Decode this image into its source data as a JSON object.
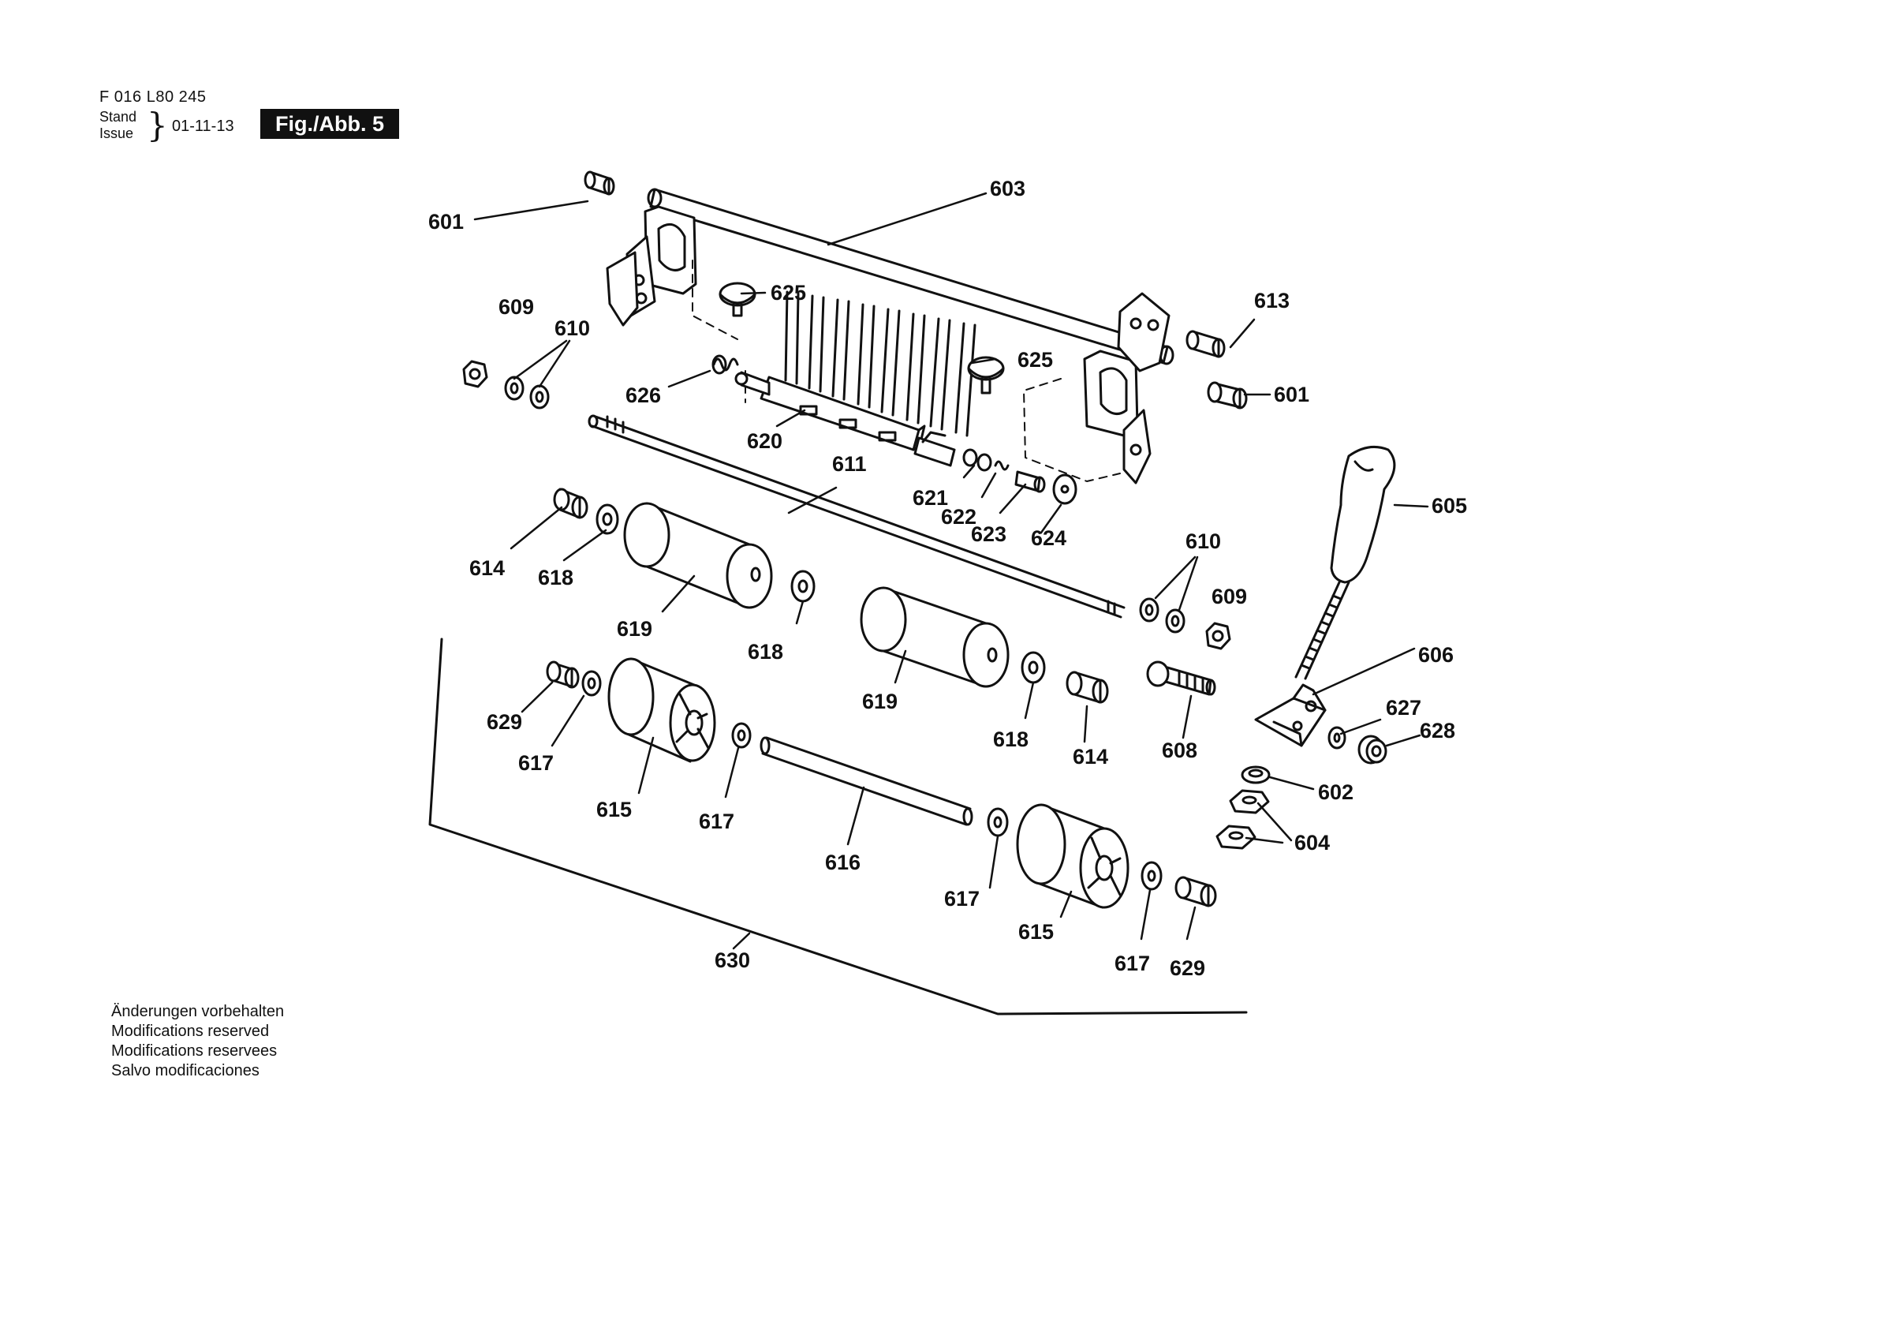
{
  "header": {
    "doc_number": "F 016 L80 245",
    "stand_label_1": "Stand",
    "stand_label_2": "Issue",
    "stand_date": "01-11-13",
    "figure": "Fig./Abb. 5"
  },
  "notes": [
    "Änderungen vorbehalten",
    "Modifications reserved",
    "Modifications reservees",
    "Salvo modificaciones"
  ],
  "part_labels": [
    {
      "id": "p601a",
      "text": "601"
    },
    {
      "id": "p603",
      "text": "603"
    },
    {
      "id": "p609a",
      "text": "609"
    },
    {
      "id": "p610a",
      "text": "610"
    },
    {
      "id": "p625a",
      "text": "625"
    },
    {
      "id": "p613",
      "text": "613"
    },
    {
      "id": "p625b",
      "text": "625"
    },
    {
      "id": "p601b",
      "text": "601"
    },
    {
      "id": "p626",
      "text": "626"
    },
    {
      "id": "p620",
      "text": "620"
    },
    {
      "id": "p611",
      "text": "611"
    },
    {
      "id": "p605",
      "text": "605"
    },
    {
      "id": "p621",
      "text": "621"
    },
    {
      "id": "p622",
      "text": "622"
    },
    {
      "id": "p623",
      "text": "623"
    },
    {
      "id": "p624",
      "text": "624"
    },
    {
      "id": "p614a",
      "text": "614"
    },
    {
      "id": "p618a",
      "text": "618"
    },
    {
      "id": "p610b",
      "text": "610"
    },
    {
      "id": "p609b",
      "text": "609"
    },
    {
      "id": "p619a",
      "text": "619"
    },
    {
      "id": "p618b",
      "text": "618"
    },
    {
      "id": "p606",
      "text": "606"
    },
    {
      "id": "p627",
      "text": "627"
    },
    {
      "id": "p628",
      "text": "628"
    },
    {
      "id": "p629a",
      "text": "629"
    },
    {
      "id": "p619b",
      "text": "619"
    },
    {
      "id": "p618c",
      "text": "618"
    },
    {
      "id": "p614b",
      "text": "614"
    },
    {
      "id": "p608",
      "text": "608"
    },
    {
      "id": "p617a",
      "text": "617"
    },
    {
      "id": "p602",
      "text": "602"
    },
    {
      "id": "p615a",
      "text": "615"
    },
    {
      "id": "p617b",
      "text": "617"
    },
    {
      "id": "p604",
      "text": "604"
    },
    {
      "id": "p616",
      "text": "616"
    },
    {
      "id": "p617c",
      "text": "617"
    },
    {
      "id": "p615b",
      "text": "615"
    },
    {
      "id": "p630",
      "text": "630"
    },
    {
      "id": "p617d",
      "text": "617"
    },
    {
      "id": "p629b",
      "text": "629"
    }
  ]
}
